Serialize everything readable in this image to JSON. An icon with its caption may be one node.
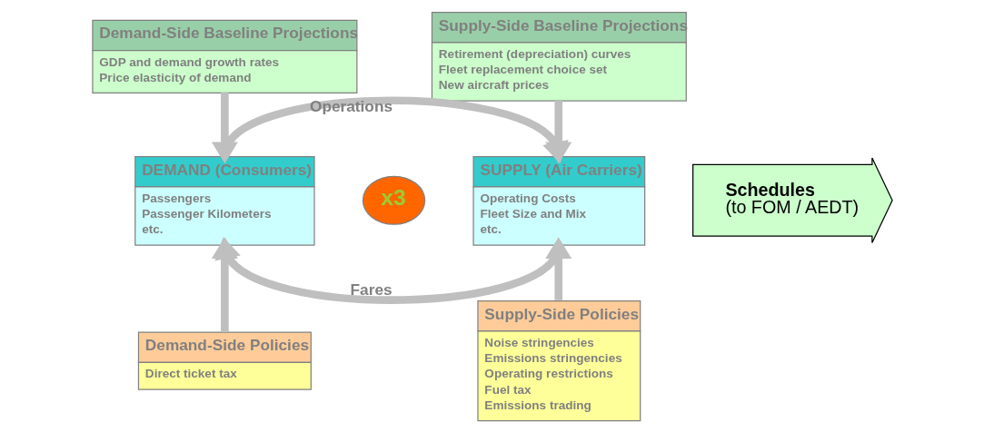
{
  "diagram": {
    "nodes": [
      {
        "text": [
          "Demand-Side Baseline Projections",
          "GDP and demand growth rates",
          "Price elasticity of demand"
        ]
      },
      {
        "text": [
          "Supply-Side Baseline Projections",
          "Retirement (depreciation) curves",
          "Fleet replacement choice set",
          "New aircraft prices"
        ]
      },
      {
        "text": [
          "DEMAND (Consumers)",
          "Passengers",
          "Passenger Kilometers",
          "etc."
        ]
      },
      {
        "text": [
          "x3"
        ]
      },
      {
        "text": [
          "SUPPLY (Air Carriers)",
          "Operating Costs",
          "Fleet Size and Mix",
          "etc."
        ]
      },
      {
        "text": [
          "Demand-Side Policies",
          "Direct ticket tax"
        ]
      },
      {
        "text": [
          "Supply-Side Policies",
          "Noise stringencies",
          "Emissions stringencies",
          "Operating restrictions",
          "Fuel tax",
          "Emissions trading"
        ]
      },
      {
        "text": [
          "Schedules",
          "(to FOM / AEDT)"
        ]
      }
    ],
    "edges": [
      {
        "from": 0,
        "to": 2,
        "arrow": "to"
      },
      {
        "from": 1,
        "to": 4,
        "arrow": "to"
      },
      {
        "from": 2,
        "to": 4,
        "arrow": "to",
        "label": "Operations"
      },
      {
        "from": 4,
        "to": 2,
        "arrow": "to",
        "label": "Fares"
      },
      {
        "from": 5,
        "to": 2,
        "arrow": "to"
      },
      {
        "from": 6,
        "to": 4,
        "arrow": "to"
      }
    ]
  }
}
